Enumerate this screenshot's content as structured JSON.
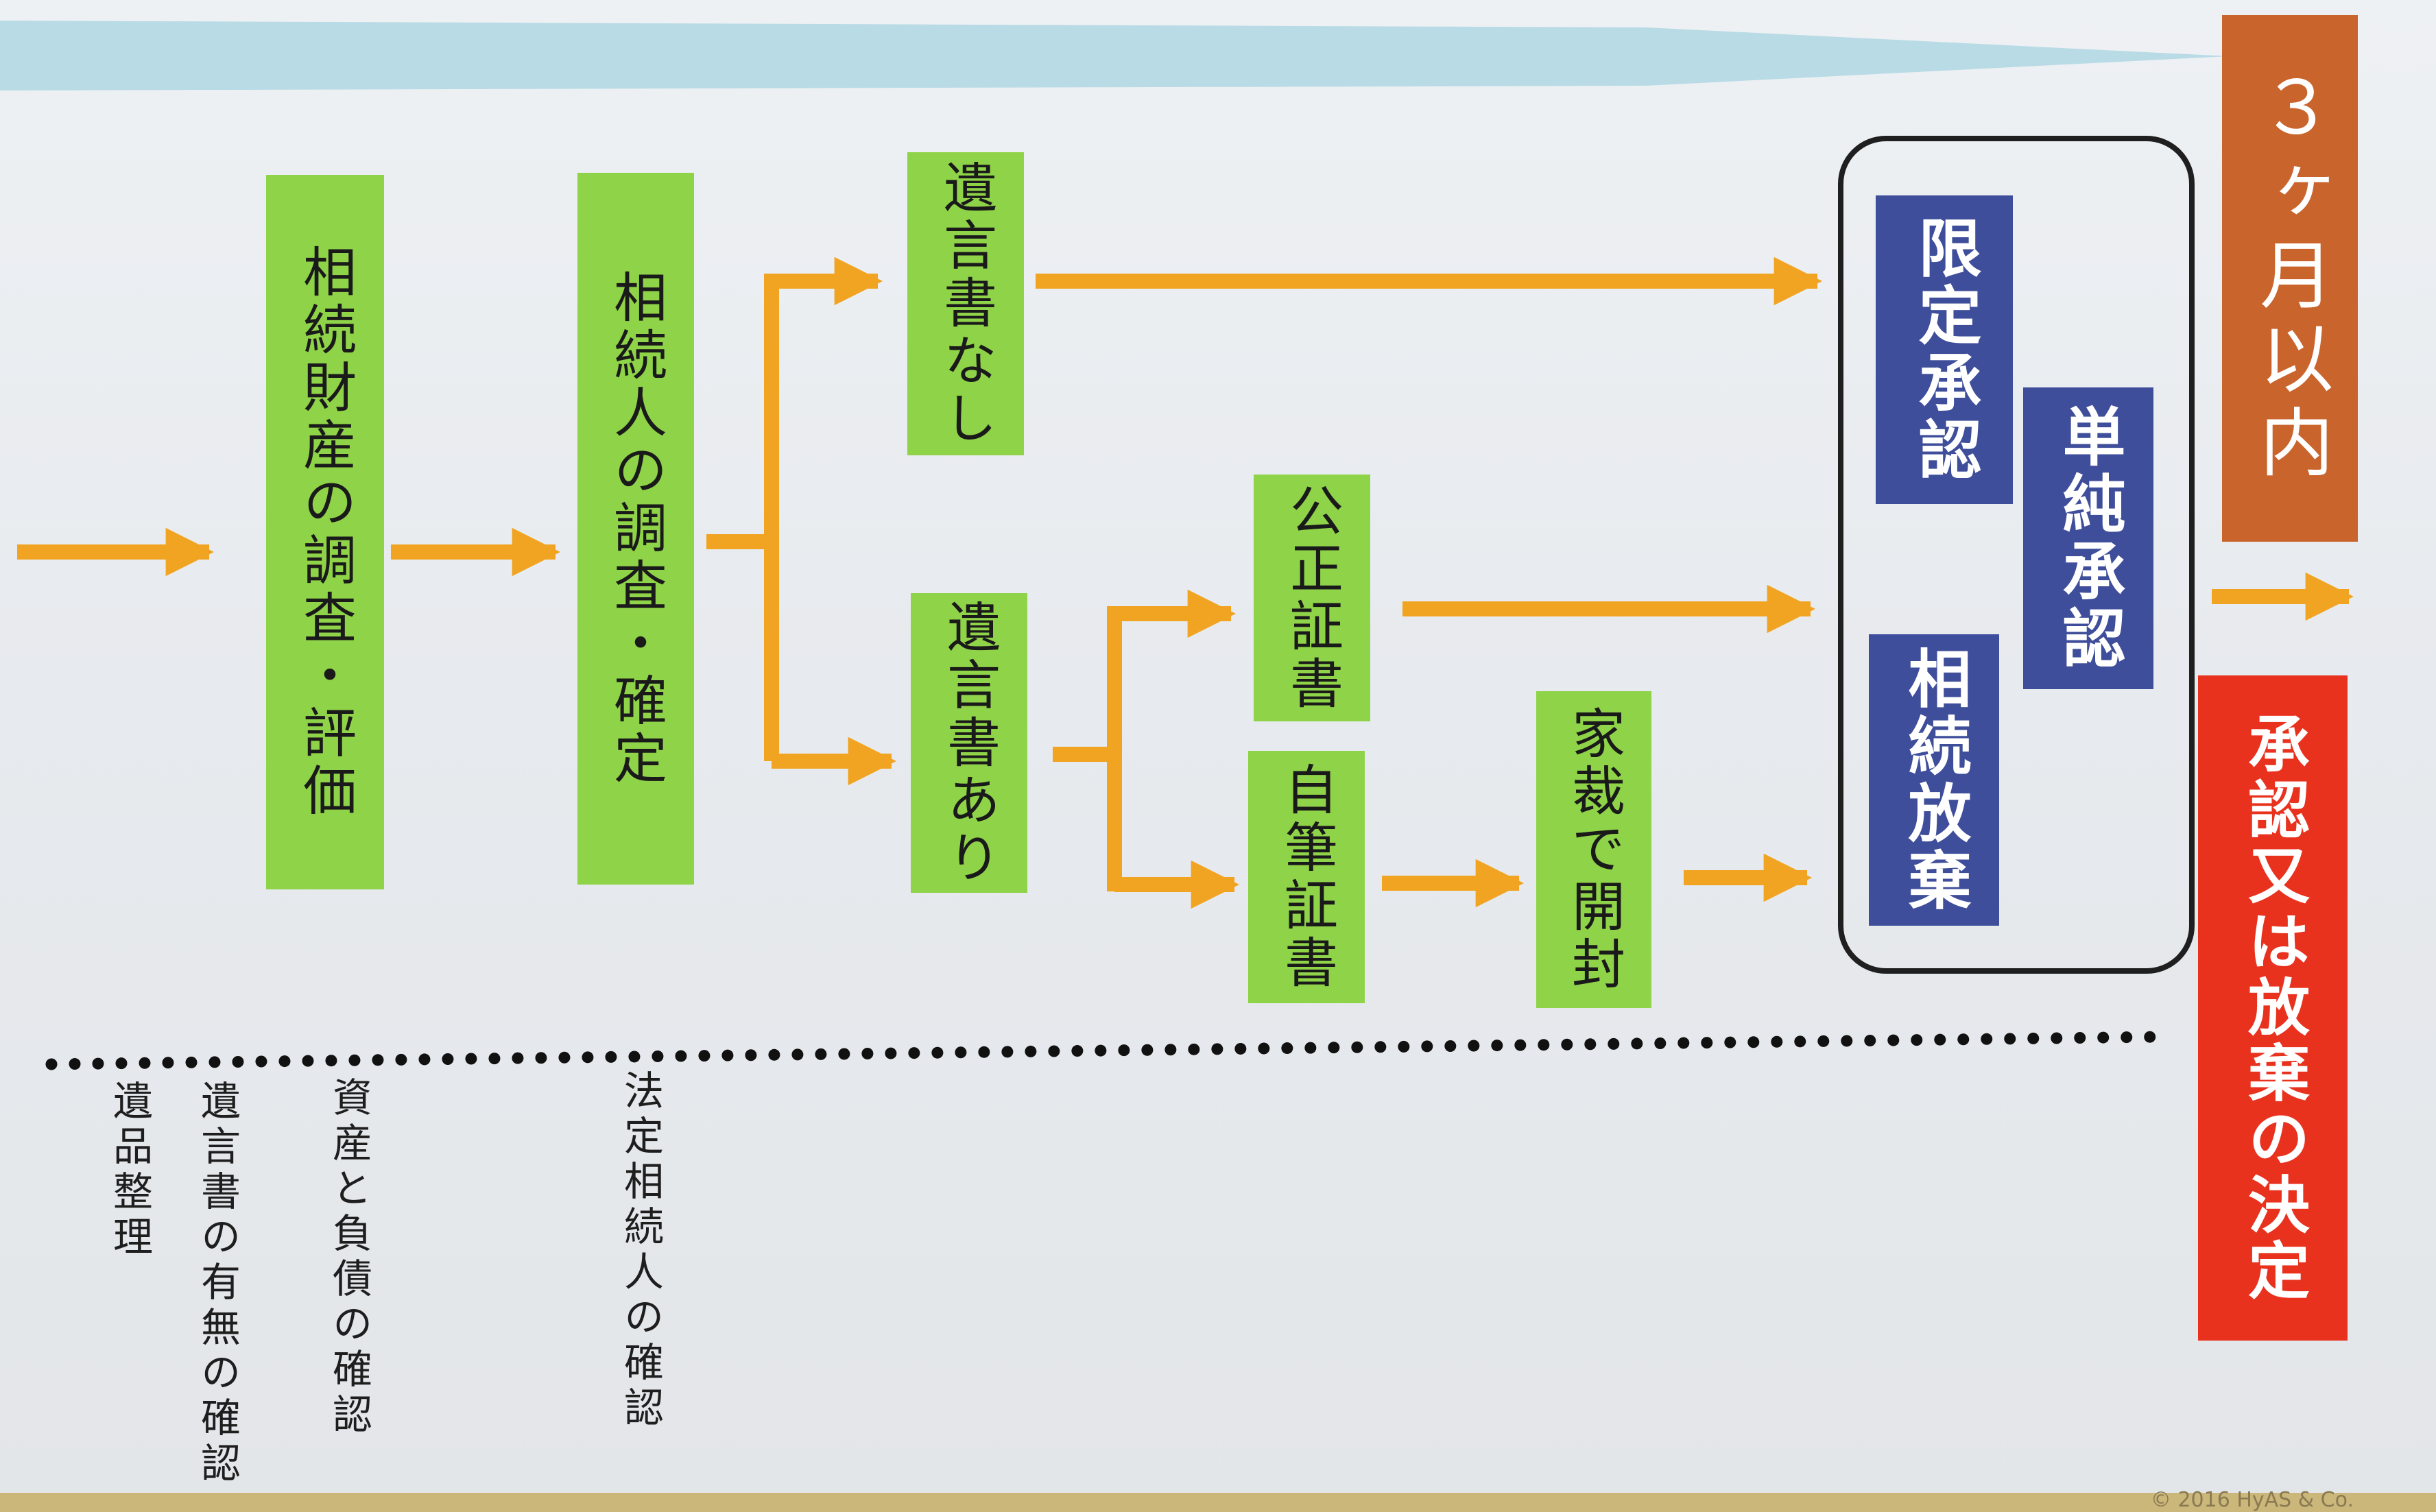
{
  "diagram": {
    "steps": {
      "survey_estate": "相続財産の調査・評価",
      "confirm_heirs": "相続人の調査・確定",
      "no_will": "遺言書なし",
      "has_will": "遺言書あり",
      "notarized_will": "公正証書",
      "handwritten_will": "自筆証書",
      "court_opening": "家裁で開封"
    },
    "options": {
      "limited_approval": "限定承認",
      "simple_approval": "単純承認",
      "renunciation": "相続放棄"
    },
    "deadline": "３ヶ月以内",
    "decision": "承認又は放棄の決定",
    "notes": {
      "organize_belongings": "遺品整理",
      "check_will": "遺言書の有無の確認",
      "check_assets_debts": "資産と負債の確認",
      "check_legal_heirs": "法定相続人の確認"
    },
    "copyright": "© 2016 HyAS & Co."
  },
  "colors": {
    "step_green": "#8fd348",
    "option_blue": "#3f4e9a",
    "arrow_orange": "#f0a422",
    "deadline_orange": "#c9642c",
    "decision_red": "#e8321e",
    "timeline_blue": "#b9dbe6"
  }
}
